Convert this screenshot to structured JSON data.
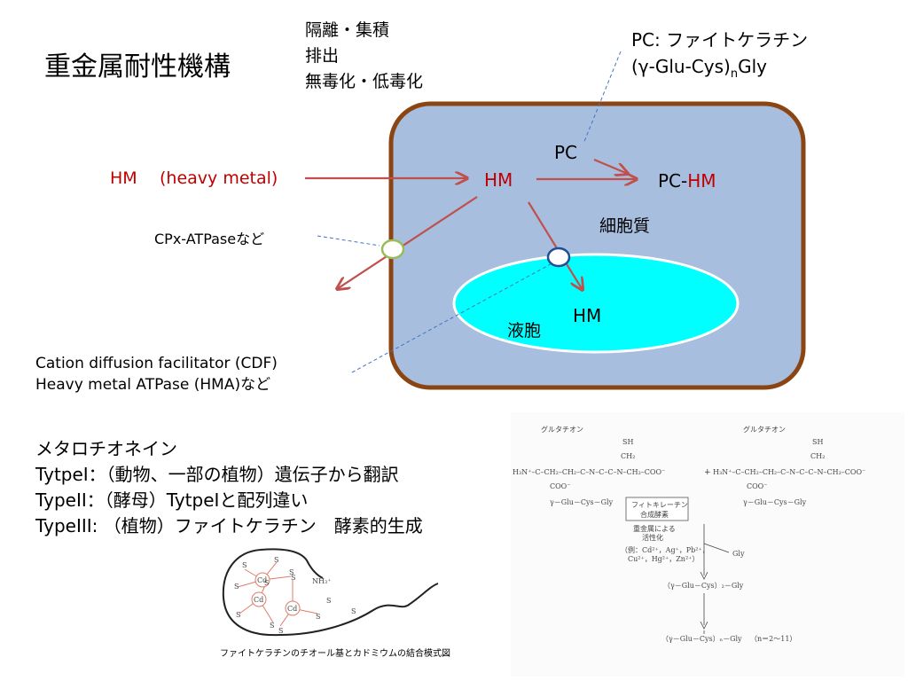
{
  "title": "重金属耐性機構",
  "mechanisms": [
    "隔離・集積",
    "排出",
    "無毒化・低毒化"
  ],
  "pc_note": {
    "line1": "PC: ファイトケラチン",
    "line2_prefix": "(γ-Glu-Cys)",
    "line2_sub": "n",
    "line2_suffix": "Gly"
  },
  "diagram": {
    "hm_outside": "HM",
    "hm_outside_desc": "(heavy metal)",
    "cpx": "CPx-ATPaseなど",
    "hm_cytoplasm": "HM",
    "pc": "PC",
    "pc_hm_prefix": "PC-",
    "pc_hm_suffix": "HM",
    "cytoplasm": "細胞質",
    "vacuole": "液胞",
    "hm_vacuole": "HM",
    "transporters": [
      "Cation diffusion facilitator (CDF)",
      "Heavy metal ATPase (HMA)など"
    ]
  },
  "metallothionein": {
    "heading": "メタロチオネイン",
    "lines": [
      "TytpeI：（動物、一部の植物）遺伝子から翻訳",
      "TypeII：（酵母）TytpeIと配列違い",
      "TypeIII: （植物）ファイトケラチン　酵素的生成"
    ]
  },
  "figure": {
    "cd": [
      "Cd",
      "Cd",
      "Cd"
    ],
    "s": [
      "S",
      "S",
      "S",
      "S",
      "S",
      "S",
      "S",
      "S",
      "S",
      "S",
      "S",
      "S"
    ],
    "nh3": "NH₃⁺",
    "caption": "ファイトケラチンのチオール基とカドミウムの結合模式図"
  },
  "pathway": {
    "glutathione": "グルタチオン",
    "glutathione_2": "グルタチオン",
    "sh": "SH",
    "sh_2": "SH",
    "ch2": "CH₂",
    "ch2_2": "CH₂",
    "formula_left": "H₃N⁺–C–CH₂–CH₂–C–N–C–C–N–CH₂–COO⁻",
    "formula_right": "H₃N⁺–C–CH₂–CH₂–C–N–C–C–N–CH₂–COO⁻",
    "coo": "COO⁻",
    "coo_2": "COO⁻",
    "seq_left": "γ－Glu－Cys－Gly",
    "seq_right": "γ－Glu－Cys－Gly",
    "plus": "+",
    "enzyme": [
      "フィトキレーチン",
      "合成酵素"
    ],
    "activation": [
      "重金属による",
      "活性化"
    ],
    "metals": [
      "（例：Cd²⁺，Ag⁺，Pb²⁺，",
      "Cu²⁺，Hg²⁺，Zn²⁺）"
    ],
    "gly": "Gly",
    "product1": "（γ－Glu－Cys）₂－Gly",
    "productn": "（γ－Glu－Cys）ₙ－Gly",
    "n_range": "（n＝2〜11）"
  },
  "colors": {
    "cell_fill": "#a7bedf",
    "cell_border": "#8b4513",
    "vacuole_fill": "#00ffff",
    "arrow": "#c0504d",
    "hm_text": "#c00000",
    "dash": "#4472c4",
    "transporter_green": "#9bbb59",
    "transporter_blue": "#1f4e96"
  }
}
